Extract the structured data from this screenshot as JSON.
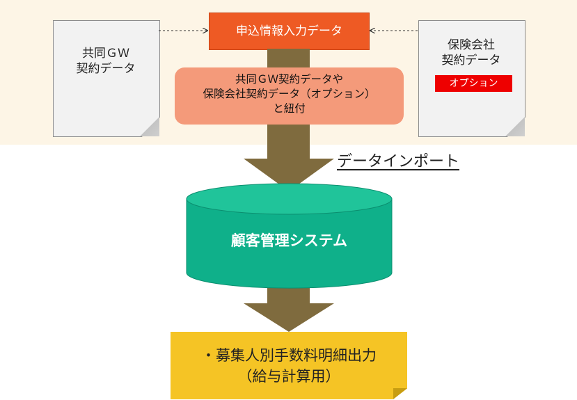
{
  "left_doc": {
    "lines": [
      "共同ＧＷ",
      "契約データ"
    ]
  },
  "right_doc": {
    "lines": [
      "保険会社",
      "契約データ"
    ],
    "tag": "オプション"
  },
  "input_box": {
    "label": "申込情報入力データ"
  },
  "link_box": {
    "lines": [
      "共同ＧＷ契約データや",
      "保険会社契約データ（オプション）",
      "と紐付"
    ]
  },
  "import_label": "データインポート",
  "database": {
    "label": "顧客管理システム"
  },
  "output": {
    "lines": [
      "・募集人別手数料明細出力",
      "（給与計算用）"
    ]
  },
  "colors": {
    "band": "#fdf5e6",
    "orange": "#ee5a24",
    "salmon": "#f49a7a",
    "arrow": "#7f6b3e",
    "database": "#0fb08a",
    "note": "#f5c425",
    "tag": "#ee0000"
  }
}
